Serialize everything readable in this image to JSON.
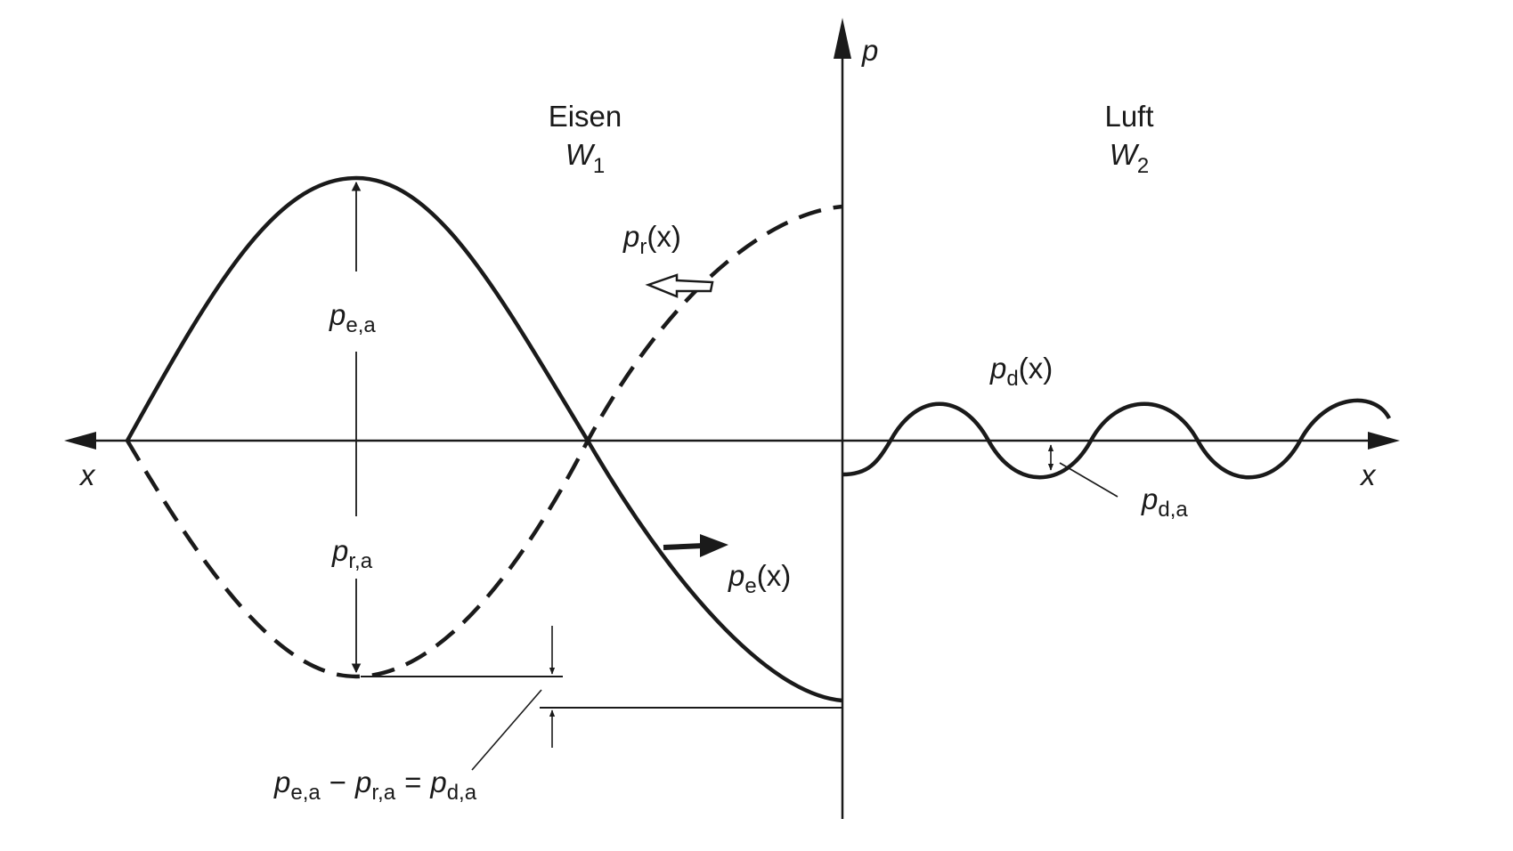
{
  "regions": {
    "left": {
      "material": "Eisen",
      "impedance_symbol": "W",
      "impedance_index": "1"
    },
    "right": {
      "material": "Luft",
      "impedance_symbol": "W",
      "impedance_index": "2"
    }
  },
  "axes": {
    "vertical_label": "p",
    "horizontal_left_label": "x",
    "horizontal_right_label": "x"
  },
  "curves": {
    "incident": {
      "symbol": "p",
      "index": "e",
      "arg": "(x)"
    },
    "reflected": {
      "symbol": "p",
      "index": "r",
      "arg": "(x)"
    },
    "transmitted": {
      "symbol": "p",
      "index": "d",
      "arg": "(x)"
    }
  },
  "amplitudes": {
    "incident": {
      "symbol": "p",
      "index": "e,a"
    },
    "reflected": {
      "symbol": "p",
      "index": "r,a"
    },
    "transmitted": {
      "symbol": "p",
      "index": "d,a"
    }
  },
  "relation": {
    "term1_symbol": "p",
    "term1_index": "e,a",
    "minus": "−",
    "term2_symbol": "p",
    "term2_index": "r,a",
    "equals": "=",
    "term3_symbol": "p",
    "term3_index": "d,a"
  },
  "colors": {
    "ink": "#1a1a1a",
    "background": "#ffffff"
  }
}
